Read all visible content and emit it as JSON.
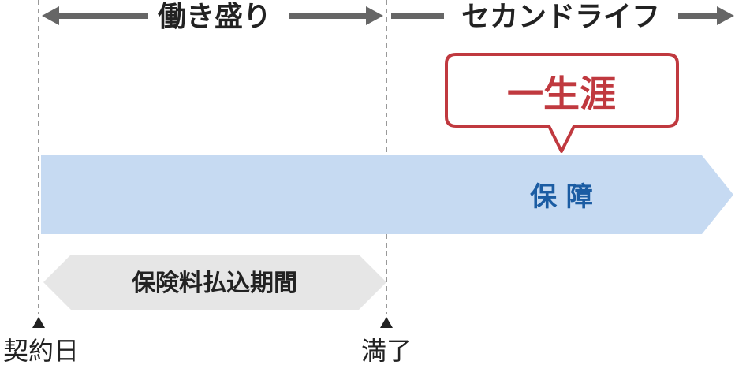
{
  "phases": {
    "working_years": "働き盛り",
    "second_life": "セカンドライフ"
  },
  "callout": {
    "label": "一生涯"
  },
  "coverage": {
    "label": "保 障"
  },
  "premium_period": {
    "label": "保険料払込期間"
  },
  "markers": {
    "start": "契約日",
    "end": "満了"
  },
  "colors": {
    "arrow": "#666666",
    "callout": "#c0393f",
    "coverage_fill": "#c6daf2",
    "coverage_text": "#1b5ca3",
    "premium_fill": "#e6e6e6"
  }
}
